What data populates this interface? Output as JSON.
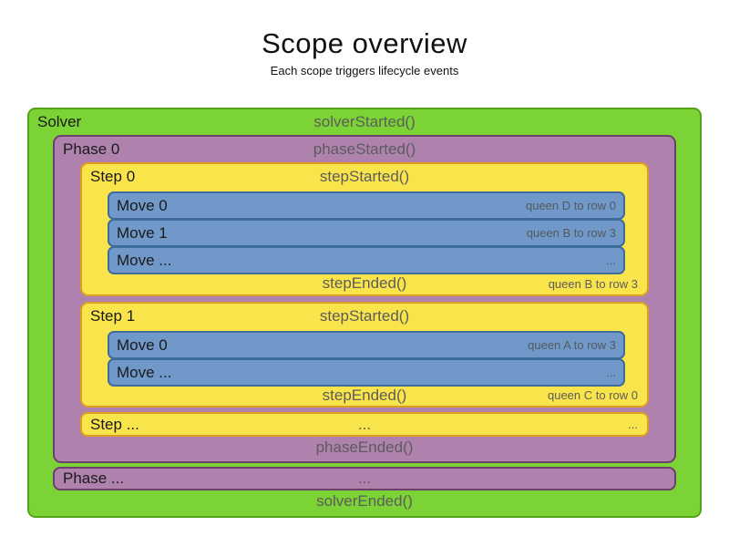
{
  "title": "Scope overview",
  "subtitle": "Each scope triggers lifecycle events",
  "colors": {
    "solver_green": "#7cd335",
    "solver_green_border": "#54a317",
    "phase_purple": "#af82ae",
    "phase_purple_border": "#6e416d",
    "step_yellow": "#fae44c",
    "step_yellow_border": "#e09e20",
    "move_blue": "#7099c9",
    "move_blue_border": "#3e6d9c",
    "event_text": "#5c5c5c",
    "label_text": "#1a1a1a"
  },
  "solver": {
    "label": "Solver",
    "started": "solverStarted()",
    "ended": "solverEnded()",
    "phase0": {
      "label": "Phase 0",
      "started": "phaseStarted()",
      "ended": "phaseEnded()",
      "steps": [
        {
          "label": "Step 0",
          "started": "stepStarted()",
          "ended": "stepEnded()",
          "ended_detail": "queen B to row 3",
          "moves": [
            {
              "label": "Move 0",
              "detail": "queen D to row 0"
            },
            {
              "label": "Move 1",
              "detail": "queen B to row 3"
            },
            {
              "label": "Move ...",
              "detail": "..."
            }
          ]
        },
        {
          "label": "Step 1",
          "started": "stepStarted()",
          "ended": "stepEnded()",
          "ended_detail": "queen C to row 0",
          "moves": [
            {
              "label": "Move 0",
              "detail": "queen A to row 3"
            },
            {
              "label": "Move ...",
              "detail": "..."
            }
          ]
        }
      ],
      "step_more": {
        "label": "Step ...",
        "center": "...",
        "right": "..."
      }
    },
    "phase_more": {
      "label": "Phase ...",
      "center": "..."
    }
  }
}
